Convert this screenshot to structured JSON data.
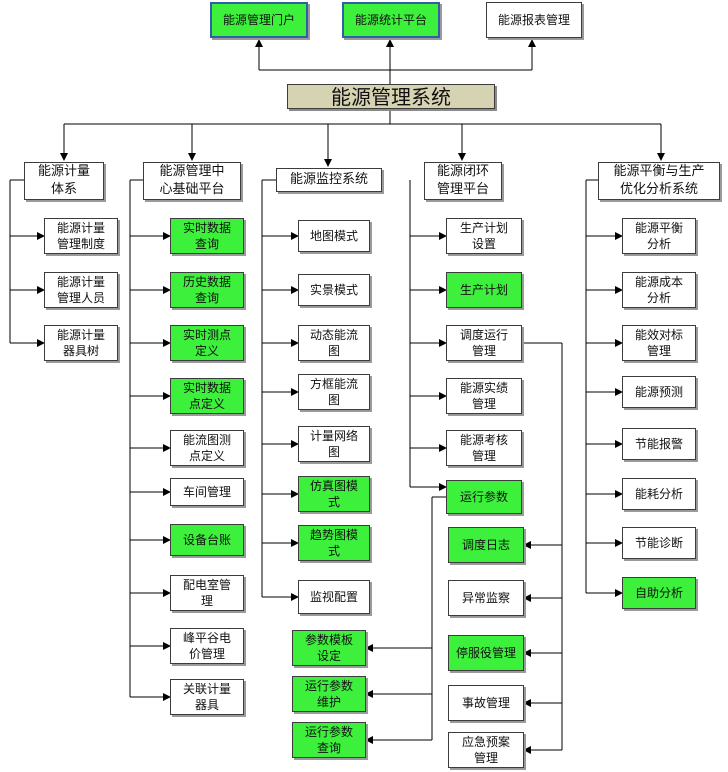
{
  "top_boxes": [
    "能源管理门户",
    "能源统计平台",
    "能源报表管理"
  ],
  "root": "能源管理系统",
  "categories": [
    "能源计量\n体系",
    "能源管理中\n心基础平台",
    "能源监控系统",
    "能源闭环\n管理平台",
    "能源平衡与生产\n优化分析系统"
  ],
  "col1": [
    "能源计量\n管理制度",
    "能源计量\n管理人员",
    "能源计量\n器具树"
  ],
  "col2": [
    "实时数据\n查询",
    "历史数据\n查询",
    "实时测点\n定义",
    "实时数据\n点定义",
    "能流图测\n点定义",
    "车间管理",
    "设备台账",
    "配电室管\n理",
    "峰平谷电\n价管理",
    "关联计量\n器具"
  ],
  "col3": [
    "地图模式",
    "实景模式",
    "动态能流\n图",
    "方框能流\n图",
    "计量网络\n图",
    "仿真图模\n式",
    "趋势图模\n式",
    "监视配置"
  ],
  "col3_extra": [
    "参数模板\n设定",
    "运行参数\n维护",
    "运行参数\n查询"
  ],
  "col4": [
    "生产计划\n设置",
    "生产计划",
    "调度运行\n管理",
    "能源实绩\n管理",
    "能源考核\n管理",
    "运行参数"
  ],
  "col4_sub": [
    "调度日志",
    "异常监察",
    "停服役管理",
    "事故管理",
    "应急预案\n管理"
  ],
  "col5": [
    "能源平衡\n分析",
    "能源成本\n分析",
    "能效对标\n管理",
    "能源预测",
    "节能报警",
    "能耗分析",
    "节能诊断",
    "自助分析"
  ],
  "colors": {
    "highlight": "#3cf03c",
    "root_fill": "#d6d3b3",
    "top_border": "#2f5fa5",
    "line": "#000000"
  }
}
